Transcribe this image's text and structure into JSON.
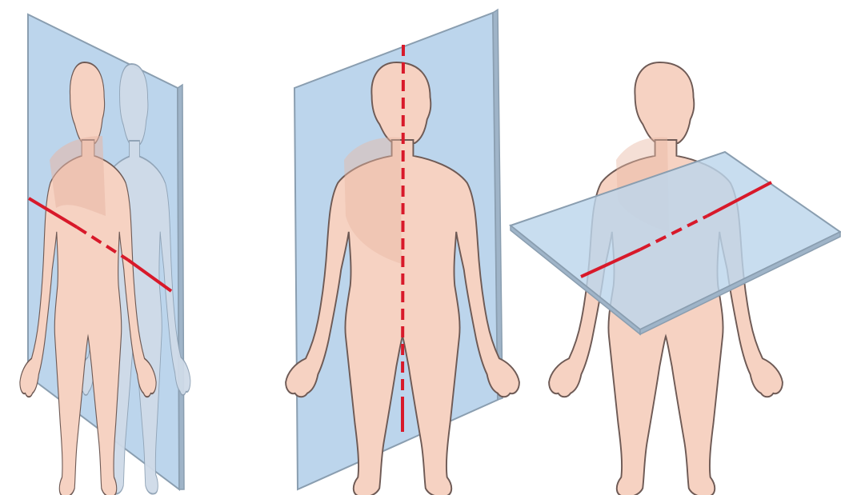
{
  "figure": {
    "panels": [
      {
        "plane": "coronal",
        "cut_line_color": "#d8192a"
      },
      {
        "plane": "sagittal",
        "cut_line_color": "#d8192a"
      },
      {
        "plane": "transverse",
        "cut_line_color": "#d8192a"
      }
    ],
    "colors": {
      "plane_fill": "#bcd5ec",
      "plane_edge": "#8a9eb0",
      "plane_side": "#9fb4c8",
      "skin": "#f6d2c2",
      "skin_shadow": "#e8b7a5",
      "outline": "#6e5a55",
      "ghost": "#cfdbe8",
      "cut_line": "#d8192a"
    }
  }
}
